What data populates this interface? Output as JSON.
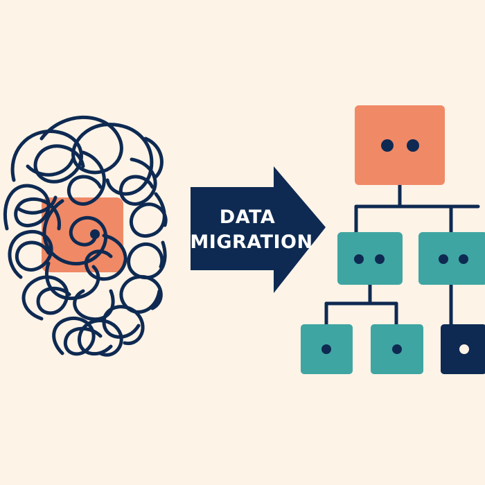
{
  "colors": {
    "background": "#FDF3E7",
    "navy": "#0E2A52",
    "coral": "#F08966",
    "teal": "#3FA5A2"
  },
  "arrow": {
    "line1": "DATA",
    "line2": "MIGRATION"
  },
  "icons": {
    "tangle": "tangled-lines-icon",
    "source_box": "source-data-box-icon",
    "arrow": "right-arrow-icon"
  },
  "hierarchy": {
    "root": {
      "color": "coral",
      "dots": 2
    },
    "level1": [
      {
        "color": "teal",
        "dots": 2
      },
      {
        "color": "teal",
        "dots": 2
      }
    ],
    "level2": [
      {
        "color": "teal",
        "dots": 1
      },
      {
        "color": "teal",
        "dots": 1
      },
      {
        "color": "navy",
        "dots": 1
      }
    ]
  }
}
